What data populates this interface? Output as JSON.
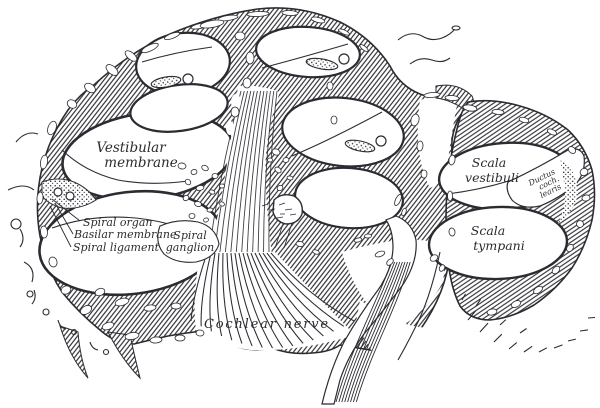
{
  "palette": {
    "ink": "#2b2b31",
    "paper": "#ffffff"
  },
  "labels": {
    "vestibular_membrane_1": "Vestibular",
    "vestibular_membrane_2": "membrane",
    "spiral_organ": "Spiral organ",
    "basilar_membrane": "Basilar membrane",
    "spiral_ligament": "Spiral ligament",
    "spiral_ganglion_1": "Spiral",
    "spiral_ganglion_2": "ganglion",
    "scala_vestibuli_1": "Scala",
    "scala_vestibuli_2": "vestibuli",
    "scala_tympani_1": "Scala",
    "scala_tympani_2": "tympani",
    "ductus_cochlearis_1": "Ductus",
    "ductus_cochlearis_2": "coch.",
    "ductus_cochlearis_3": "learis",
    "cochlear_nerve": "Cochlear nerve"
  }
}
